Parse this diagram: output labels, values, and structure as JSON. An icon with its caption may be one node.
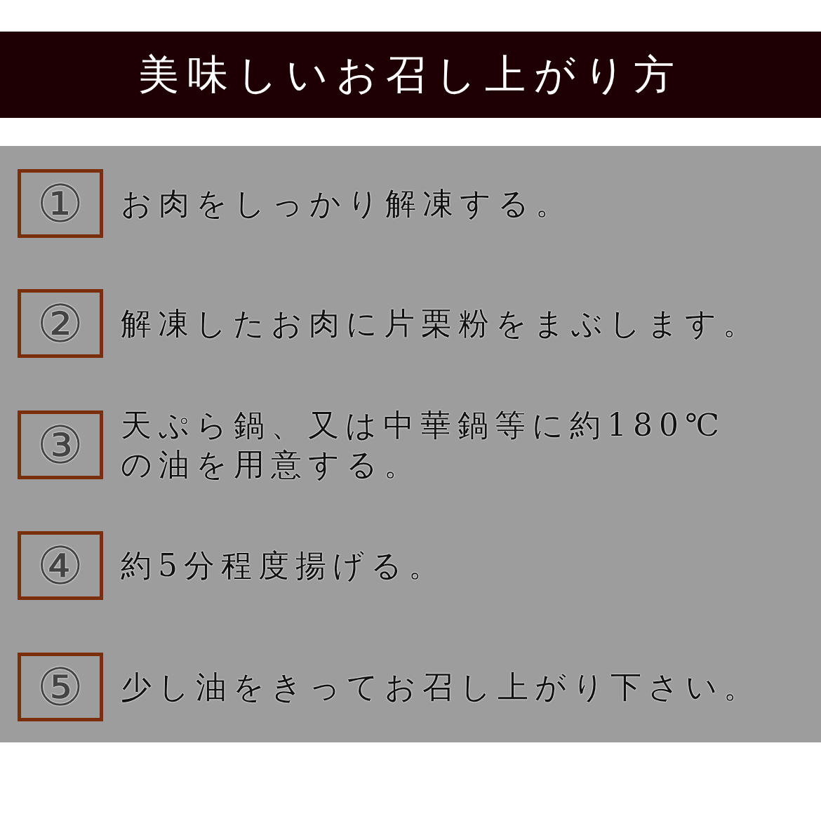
{
  "diagram": {
    "title": "美味しいお召し上がり方",
    "nodes": [
      {
        "text": [
          "①"
        ],
        "beside": [
          "お肉をしっかり解凍する。"
        ]
      },
      {
        "text": [
          "②"
        ],
        "beside": [
          "解凍したお肉に片栗粉をまぶします。"
        ]
      },
      {
        "text": [
          "③"
        ],
        "beside": [
          "天ぷら鍋、又は中華鍋等に約180℃の油を用意する。"
        ]
      },
      {
        "text": [
          "④"
        ],
        "beside": [
          "約5分程度揚げる。"
        ]
      },
      {
        "text": [
          "⑤"
        ],
        "beside": [
          "少し油をきってお召し上がり下さい。"
        ]
      }
    ]
  }
}
